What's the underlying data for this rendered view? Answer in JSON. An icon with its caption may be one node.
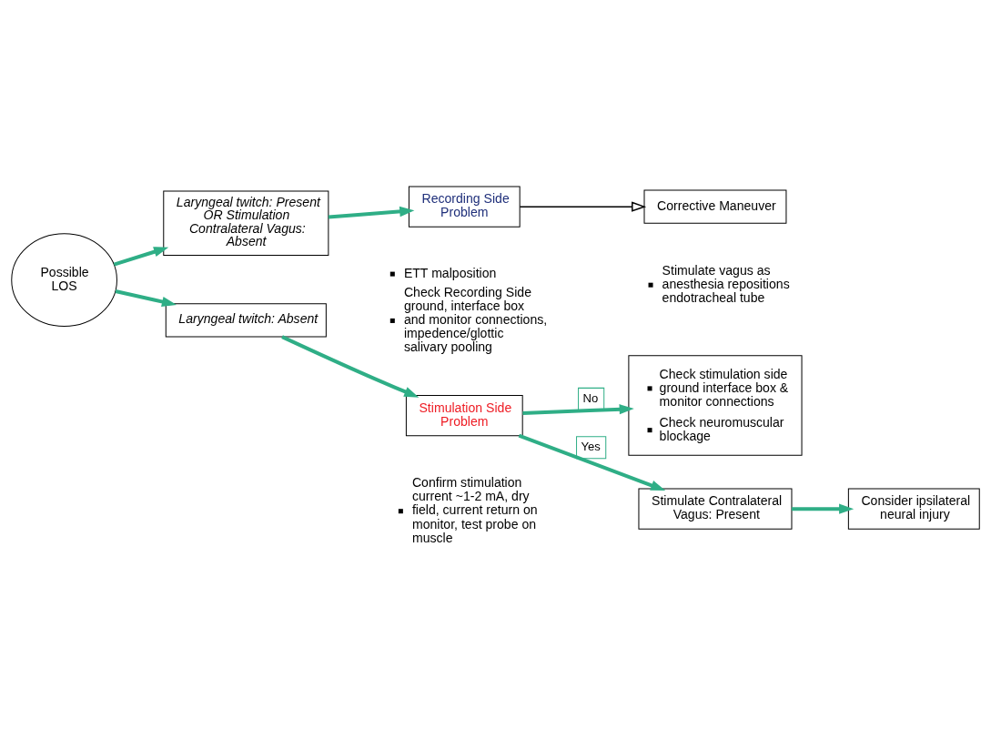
{
  "diagram": {
    "nodes": [
      {
        "text": [
          "Possible LOS"
        ]
      },
      {
        "text": [
          "Laryngeal twitch: Present OR Stimulation Contralateral Vagus: Absent"
        ]
      },
      {
        "text": [
          "Recording Side Problem"
        ],
        "beside": [
          "ETT malposition",
          "Check Recording Side ground, interface box and monitor connections, impedence/glottic salivary pooling"
        ]
      },
      {
        "text": [
          "Corrective Maneuver"
        ],
        "beside": [
          "Stimulate vagus as anesthesia repositions endotracheal tube"
        ]
      },
      {
        "text": [
          "Laryngeal twitch: Absent"
        ]
      },
      {
        "text": [
          "Stimulation Side Problem"
        ],
        "beside": [
          "Confirm stimulation current ~1-2 mA, dry field, current return on monitor, test probe on muscle"
        ]
      },
      {
        "text": [
          "Check stimulation side ground interface box & monitor connections",
          "Check neuromuscular blockage"
        ]
      },
      {
        "text": [
          "Stimulate Contralateral Vagus: Present"
        ]
      },
      {
        "text": [
          "Consider ipsilateral neural injury"
        ]
      }
    ],
    "edges": [
      {
        "from": 0,
        "to": 1,
        "arrow": "to"
      },
      {
        "from": 1,
        "to": 2,
        "arrow": "to"
      },
      {
        "from": 2,
        "to": 3,
        "arrow": "to",
        "color": "#000000"
      },
      {
        "from": 0,
        "to": 4,
        "arrow": "to"
      },
      {
        "from": 4,
        "to": 5,
        "arrow": "to"
      },
      {
        "from": 5,
        "to": 6,
        "arrow": "to",
        "label": "No"
      },
      {
        "from": 5,
        "to": 7,
        "arrow": "to",
        "label": "Yes"
      },
      {
        "from": 7,
        "to": 8,
        "arrow": "to"
      }
    ]
  }
}
